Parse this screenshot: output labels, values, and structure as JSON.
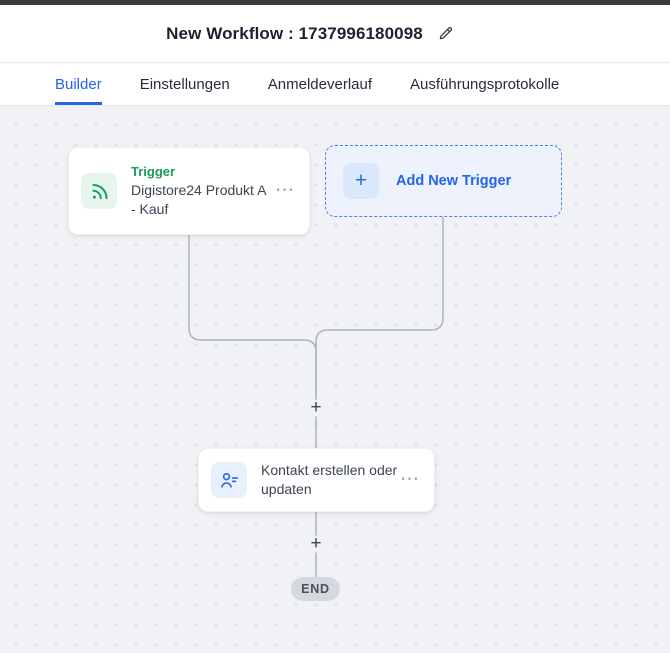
{
  "header": {
    "title": "New Workflow : 1737996180098"
  },
  "tabs": [
    {
      "label": "Builder",
      "active": true
    },
    {
      "label": "Einstellungen",
      "active": false
    },
    {
      "label": "Anmeldeverlauf",
      "active": false
    },
    {
      "label": "Ausführungsprotokolle",
      "active": false
    }
  ],
  "canvas": {
    "trigger_card": {
      "type_label": "Trigger",
      "name": "Digistore24 Produkt A - Kauf"
    },
    "add_trigger_button": {
      "label": "Add New Trigger"
    },
    "action_card": {
      "name": "Kontakt erstellen oder updaten"
    },
    "plus_node_label": "+",
    "end_label": "END"
  },
  "icons": {
    "plus": "+",
    "more_options": "⋯",
    "pencil": "edit-pencil",
    "trigger": "rss-feed",
    "action": "contact-person-with-lines"
  },
  "colors": {
    "accent_blue": "#2563eb",
    "trigger_green": "#169e5c",
    "canvas_bg": "#f1f2f5",
    "connector": "#aeb3bd",
    "end_pill_bg": "#d5d8df",
    "top_strip": "#3b3b3b"
  }
}
